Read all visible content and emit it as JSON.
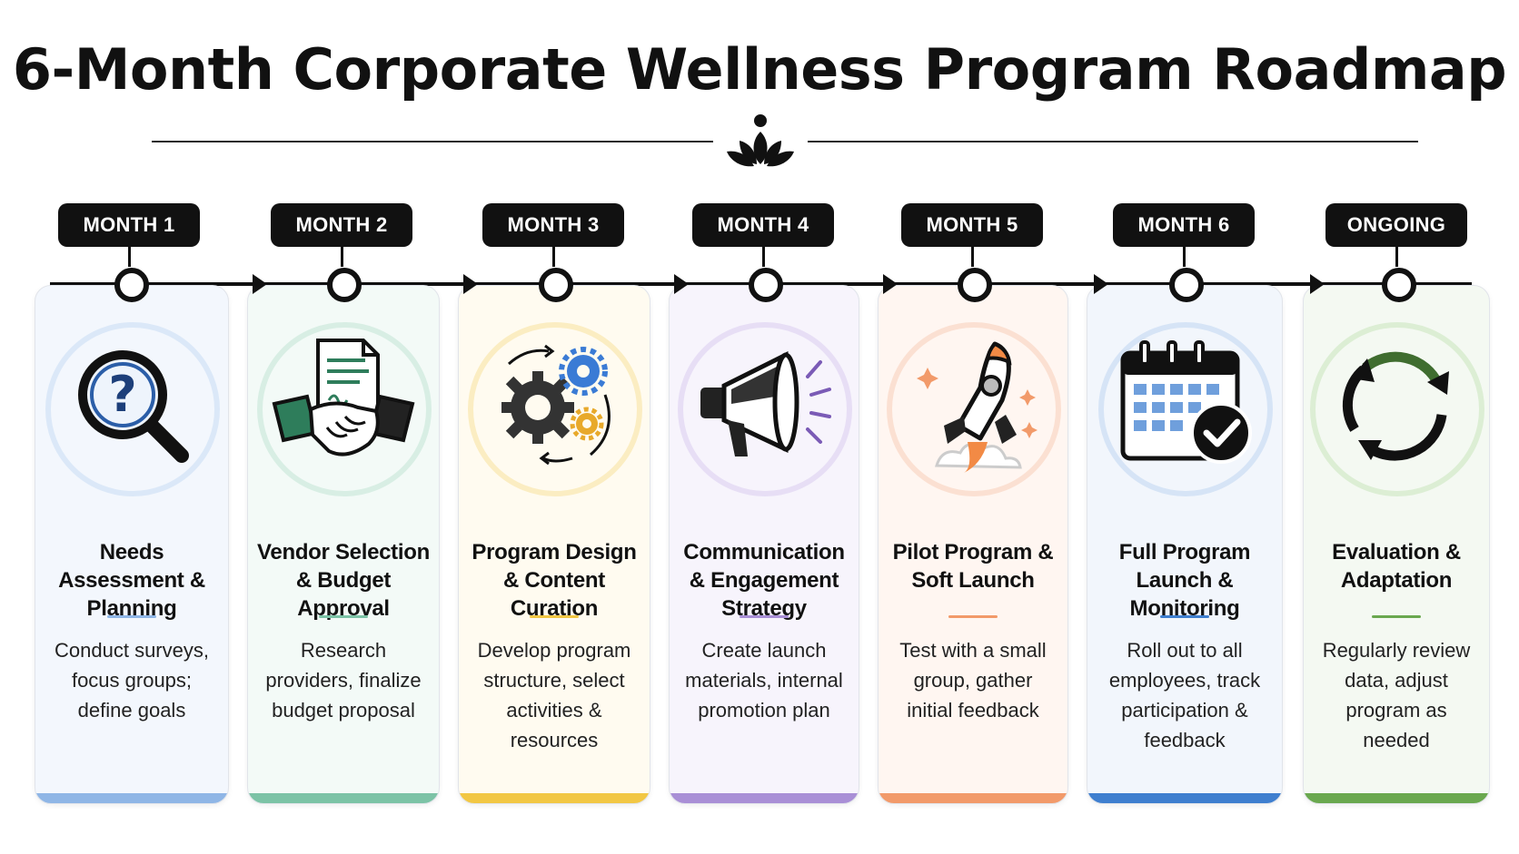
{
  "title": "6-Month Corporate Wellness Program Roadmap",
  "header_icon": "lotus-icon",
  "stages": [
    {
      "label": "MONTH 1",
      "title": "Needs Assessment & Planning",
      "description": "Conduct surveys, focus groups; define goals",
      "icon": "magnifier-question-icon",
      "accent": "#8fb6e6",
      "bg": "#f3f7fd"
    },
    {
      "label": "MONTH 2",
      "title": "Vendor Selection & Budget Approval",
      "description": "Research providers, finalize budget proposal",
      "icon": "handshake-contract-icon",
      "accent": "#7cc3a6",
      "bg": "#f3faf7"
    },
    {
      "label": "MONTH 3",
      "title": "Program Design & Content Curation",
      "description": "Develop program structure, select activities & resources",
      "icon": "gears-icon",
      "accent": "#f2c744",
      "bg": "#fffbf0"
    },
    {
      "label": "MONTH 4",
      "title": "Communication & Engagement Strategy",
      "description": "Create launch materials, internal promotion plan",
      "icon": "megaphone-icon",
      "accent": "#a98fd6",
      "bg": "#f7f4fc"
    },
    {
      "label": "MONTH 5",
      "title": "Pilot Program & Soft Launch",
      "description": "Test with a small group, gather initial feedback",
      "icon": "rocket-icon",
      "accent": "#f29a6a",
      "bg": "#fff6f1"
    },
    {
      "label": "MONTH 6",
      "title": "Full Program Launch & Monitoring",
      "description": "Roll out to all employees, track participation & feedback",
      "icon": "calendar-check-icon",
      "accent": "#3f7fcf",
      "bg": "#f2f6fc"
    },
    {
      "label": "ONGOING",
      "title": "Evaluation & Adaptation",
      "description": "Regularly review data, adjust program as needed",
      "icon": "cycle-arrows-icon",
      "accent": "#6aa84f",
      "bg": "#f4f9f2"
    }
  ]
}
